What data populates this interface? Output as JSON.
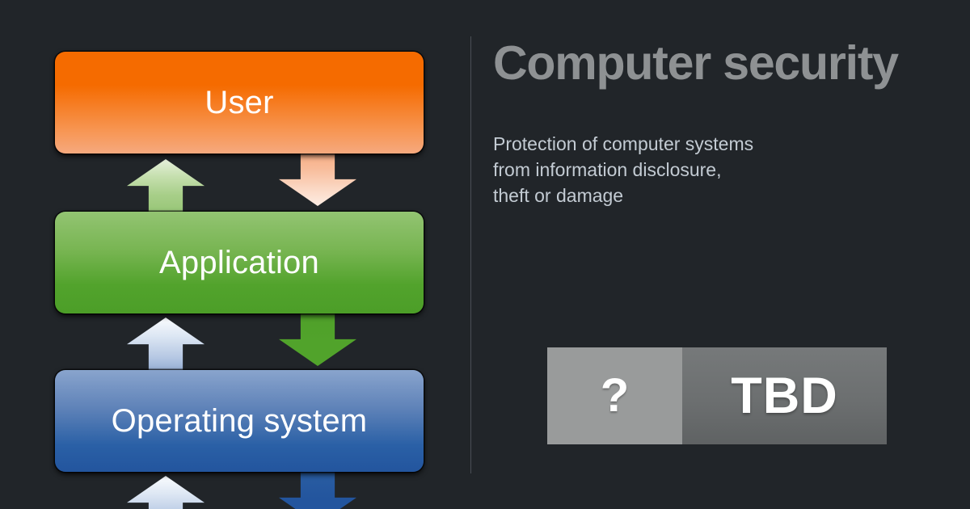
{
  "page": {
    "background_color": "#212529",
    "title": "Computer security",
    "title_color": "#8E9193",
    "description": "Protection of computer systems\nfrom information disclosure,\ntheft or damage",
    "description_color": "#C3CBD3"
  },
  "diagram": {
    "name": "layered-stack-diagram",
    "layers": [
      {
        "id": "user",
        "label": "User",
        "color": "#F56B00"
      },
      {
        "id": "application",
        "label": "Application",
        "color": "#52A32C"
      },
      {
        "id": "operating-system",
        "label": "Operating system",
        "color": "#23559E"
      }
    ],
    "arrows": [
      {
        "id": "arrow-down-user",
        "direction": "down",
        "from": "user",
        "to": "application",
        "color": "#F6A97E"
      },
      {
        "id": "arrow-up-app",
        "direction": "up",
        "from": "application",
        "to": "user",
        "color": "#93C472"
      },
      {
        "id": "arrow-down-app",
        "direction": "down",
        "from": "application",
        "to": "operating-system",
        "color": "#51A32B"
      },
      {
        "id": "arrow-up-os",
        "direction": "up",
        "from": "operating-system",
        "to": "application",
        "color": "#89A4CD"
      },
      {
        "id": "arrow-up-stub",
        "direction": "up",
        "from": "hardware",
        "to": "operating-system",
        "color": "#89A4CD"
      },
      {
        "id": "arrow-down-stub",
        "direction": "down",
        "from": "operating-system",
        "to": "hardware",
        "color": "#23559E"
      }
    ]
  },
  "badge": {
    "question_mark": "?",
    "label": "TBD",
    "question_panel_color": "#999B9B",
    "label_panel_color": "#6C6F70"
  }
}
